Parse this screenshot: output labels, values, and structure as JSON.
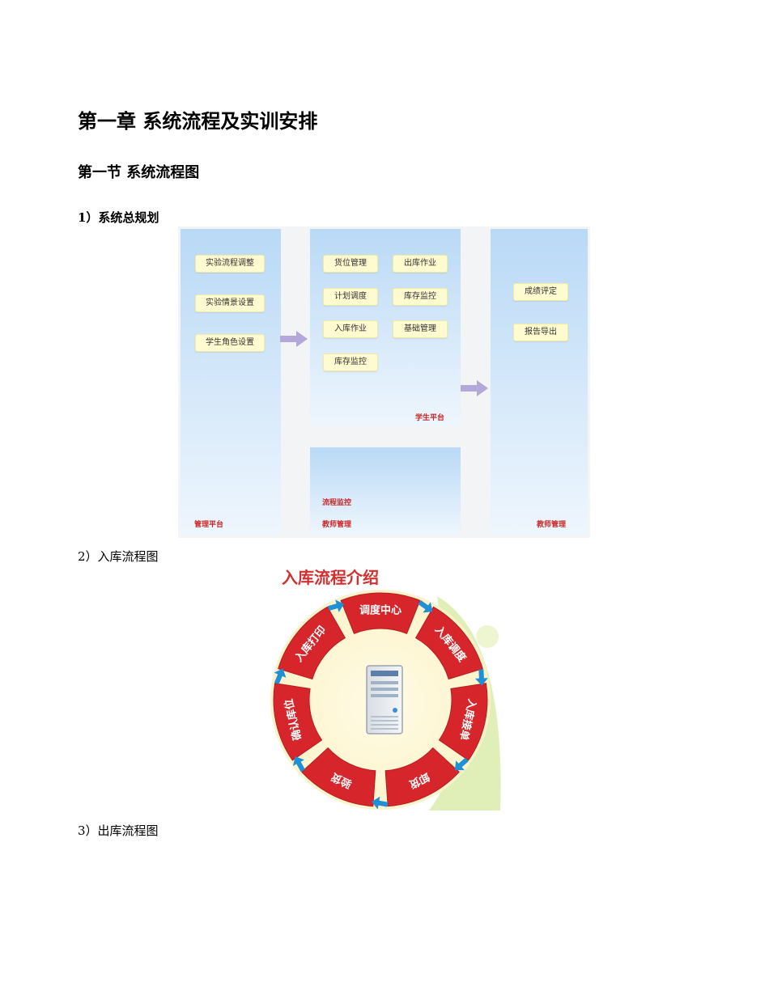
{
  "chapter_title": "第一章    系统流程及实训安排",
  "section_title": "第一节  系统流程图",
  "item1_label": "1）系统总规划",
  "item2_label": "2）入库流程图",
  "item3_label": "3）出库流程图",
  "plan_diagram": {
    "admin_boxes": [
      "实验流程调整",
      "实验情景设置",
      "学生角色设置"
    ],
    "admin_label": "管理平台",
    "student_boxes": [
      "货位管理",
      "出库作业",
      "计划调度",
      "库存监控",
      "入库作业",
      "基础管理",
      "库存监控"
    ],
    "student_label": "学生平台",
    "monitor_text": "流程监控",
    "teacher_label_mid": "教师管理",
    "result_boxes": [
      "成绩评定",
      "报告导出"
    ],
    "teacher_label_right": "教师管理"
  },
  "inbound_diagram": {
    "title": "入库流程介绍",
    "steps": [
      "调度中心",
      "入库调度",
      "入库接单",
      "卸货",
      "验货",
      "确认库位",
      "入库打印"
    ]
  }
}
